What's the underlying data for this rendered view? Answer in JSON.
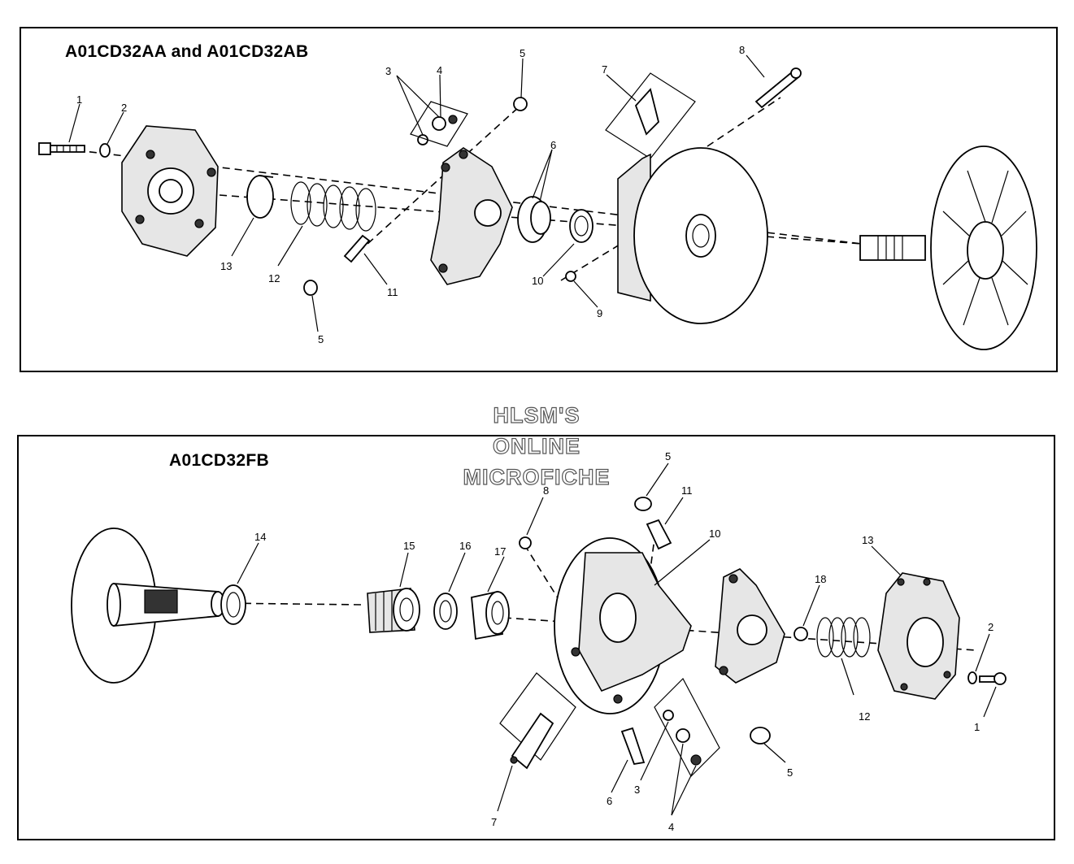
{
  "top_panel": {
    "title": "A01CD32AA and A01CD32AB",
    "callouts": [
      "1",
      "2",
      "3",
      "4",
      "5",
      "6",
      "7",
      "8",
      "13",
      "12",
      "11",
      "5",
      "10",
      "9"
    ]
  },
  "bottom_panel": {
    "title": "A01CD32FB",
    "callouts": [
      "14",
      "15",
      "16",
      "17",
      "8",
      "5",
      "11",
      "10",
      "13",
      "18",
      "2",
      "12",
      "1",
      "5",
      "6",
      "3",
      "4",
      "7"
    ]
  },
  "watermark": {
    "line1": "HLSM'S",
    "line2": "ONLINE",
    "line3": "MICROFICHE"
  }
}
